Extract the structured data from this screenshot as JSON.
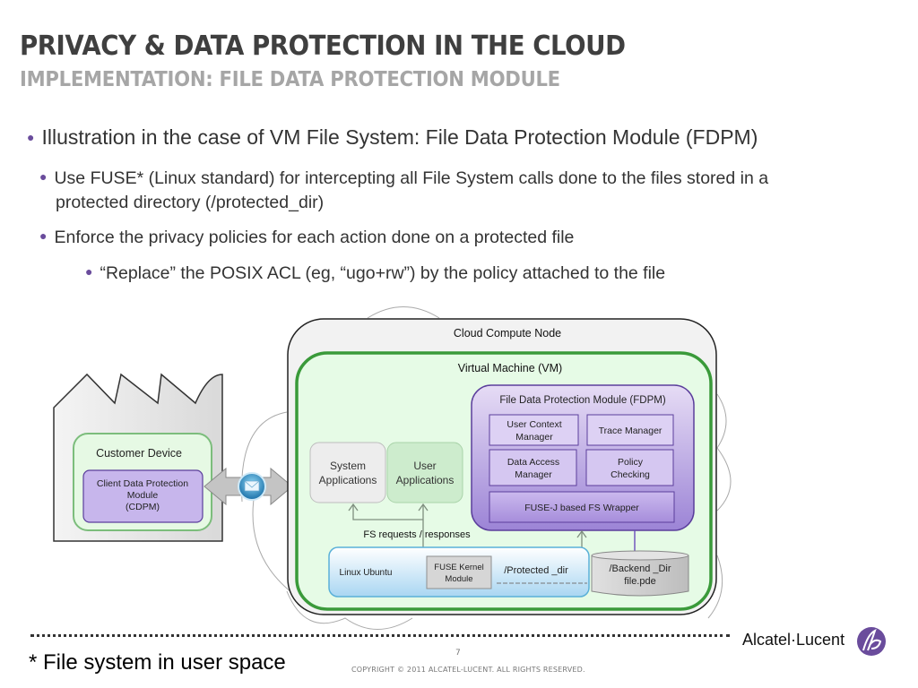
{
  "header": {
    "title": "PRIVACY & DATA PROTECTION IN THE CLOUD",
    "subtitle": "IMPLEMENTATION: FILE DATA PROTECTION MODULE"
  },
  "bullets": [
    {
      "level": 1,
      "text": "Illustration in the case of VM File System: File Data Protection Module (FDPM)"
    },
    {
      "level": 2,
      "line1": "Use FUSE* (Linux standard) for intercepting all File System calls done to the files stored in a",
      "line2": "protected directory (/protected_dir)"
    },
    {
      "level": 2,
      "text": "Enforce the privacy policies for each action done on a protected file"
    },
    {
      "level": 3,
      "text": "“Replace” the POSIX ACL (eg, “ugo+rw”) by the policy attached to the file"
    }
  ],
  "diagram": {
    "customer_device": {
      "label": "Customer Device",
      "cdpm_line1": "Client Data Protection",
      "cdpm_line2": "Module",
      "cdpm_line3": "(CDPM)"
    },
    "cloud_node": {
      "label": "Cloud Compute Node"
    },
    "vm": {
      "label": "Virtual Machine (VM)"
    },
    "fdpm": {
      "label": "File Data Protection Module (FDPM)",
      "user_context_1": "User Context",
      "user_context_2": "Manager",
      "trace_manager": "Trace Manager",
      "data_access_1": "Data Access",
      "data_access_2": "Manager",
      "policy_1": "Policy",
      "policy_2": "Checking",
      "fuse_wrapper": "FUSE-J based FS Wrapper"
    },
    "system_apps_1": "System",
    "system_apps_2": "Applications",
    "user_apps_1": "User",
    "user_apps_2": "Applications",
    "fs_requests": "FS requests / responses",
    "linux": "Linux Ubuntu",
    "fuse_kernel_1": "FUSE Kernel",
    "fuse_kernel_2": "Module",
    "protected_dir": "/Protected _dir",
    "backend_1": "/Backend _Dir",
    "backend_2": "file.pde",
    "colors": {
      "fdpm_purple": "#8a6fc9",
      "vm_green": "#3a9a3a",
      "linux_blue": "#5ab0d8"
    }
  },
  "footer": {
    "footnote": "* File system in user space",
    "page_number": "7",
    "copyright": "COPYRIGHT © 2011 ALCATEL-LUCENT.  ALL RIGHTS RESERVED.",
    "logo_text": "Alcatel·Lucent",
    "logo_color": "#6a4c9c"
  }
}
